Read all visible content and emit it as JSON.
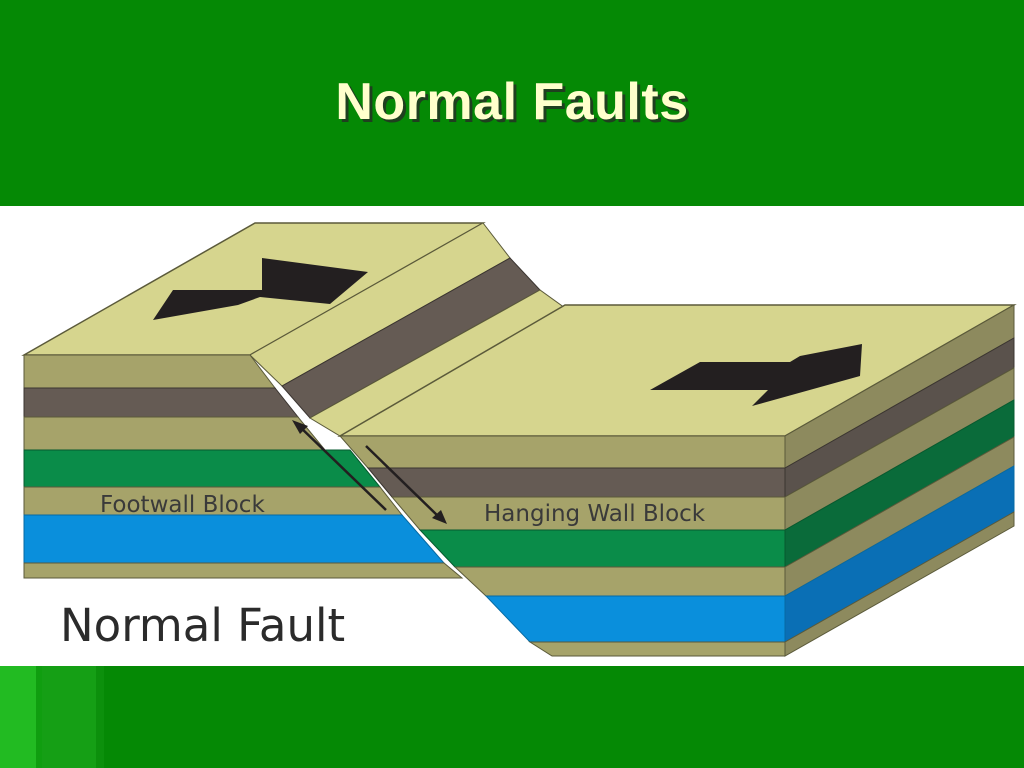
{
  "slide": {
    "title": "Normal Faults",
    "background_color": "#058905",
    "title_color": "#FFFFCC"
  },
  "diagram": {
    "caption": "Normal Fault",
    "footwall_label": "Footwall Block",
    "hanging_wall_label": "Hanging Wall Block",
    "layer_colors": {
      "tan": "#D6D58E",
      "tan_dark": "#A6A36A",
      "brown": "#655B54",
      "green": "#0A8C49",
      "blue": "#0A8FDC",
      "green_side": "#0A6B3A",
      "blue_side": "#0A6FB5",
      "brown_side": "#5A524C",
      "tan_side": "#8D8A5E",
      "arrow": "#231F20"
    }
  }
}
